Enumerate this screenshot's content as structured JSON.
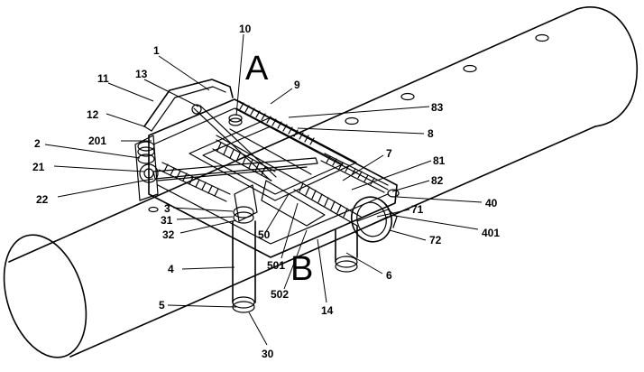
{
  "figure": {
    "section_marks": {
      "a": "A",
      "b": "B"
    },
    "labels": {
      "l1": "1",
      "l2": "2",
      "l3": "3",
      "l4": "4",
      "l5": "5",
      "l6": "6",
      "l7": "7",
      "l8": "8",
      "l9": "9",
      "l10": "10",
      "l11": "11",
      "l12": "12",
      "l13": "13",
      "l14": "14",
      "l21": "21",
      "l22": "22",
      "l30": "30",
      "l31": "31",
      "l32": "32",
      "l40": "40",
      "l50": "50",
      "l71": "71",
      "l72": "72",
      "l81": "81",
      "l82": "82",
      "l83": "83",
      "l201": "201",
      "l401": "401",
      "l501": "501",
      "l502": "502"
    }
  }
}
